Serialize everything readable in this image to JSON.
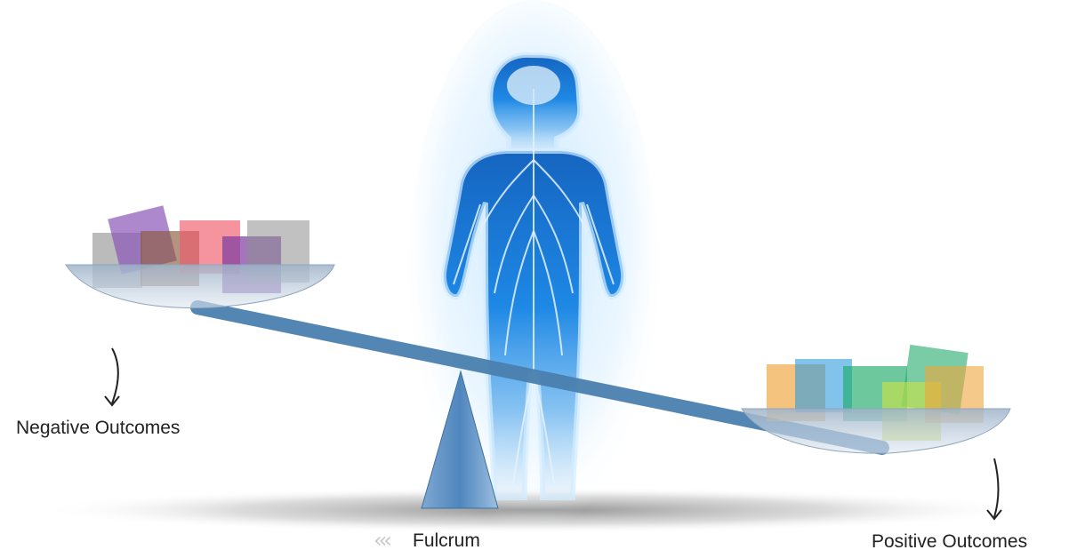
{
  "labels": {
    "negative": "Negative Outcomes",
    "positive": "Positive Outcomes",
    "fulcrum": "Fulcrum",
    "fulcrum_chevrons": "‹‹‹"
  },
  "colors": {
    "figure_blue": "#1e88e5",
    "beam": "#4a7fae",
    "fulcrum": "#5b8fc4",
    "tray": "#aebfd3"
  }
}
